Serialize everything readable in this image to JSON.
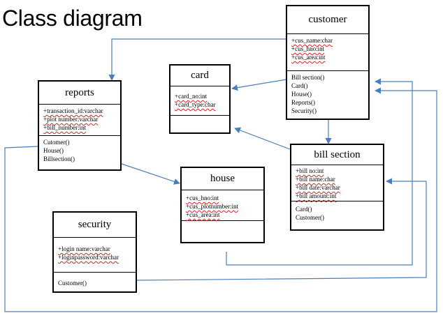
{
  "title": "Class diagram",
  "classes": {
    "customer": {
      "name": "customer",
      "attributes": [
        "+cus_name:char",
        "+cus_hno:int",
        "+cus_area:int"
      ],
      "operations": [
        "Bill section()",
        "Card()",
        "House()",
        "Reports()",
        "Security()"
      ]
    },
    "card": {
      "name": "card",
      "attributes": [
        "+card_no:int",
        "+card_type:char"
      ],
      "operations": []
    },
    "reports": {
      "name": "reports",
      "attributes": [
        "+transaction_id:varchar",
        "+plot number:varchar",
        "+bill_number:int"
      ],
      "operations": [
        "Cutomer()",
        "House()",
        "Billsection()"
      ]
    },
    "bill_section": {
      "name": "bill section",
      "attributes": [
        "+bill no:int",
        "+bill name:char",
        "+bill date:varchar",
        "+bill amount:int"
      ],
      "operations": [
        "Card()",
        "Customer()"
      ]
    },
    "house": {
      "name": "house",
      "attributes": [
        "+cus_hno:int",
        "+cus_plotnumber:int",
        "+cus_area:int"
      ],
      "operations": []
    },
    "security": {
      "name": "security",
      "attributes": [
        "+login name:varchar",
        "+loginpassword:varchar"
      ],
      "operations": [
        "Customer()"
      ]
    }
  },
  "colors": {
    "connector": "#4a7ebb",
    "border": "#000000",
    "spell_underline": "#dd2222"
  }
}
